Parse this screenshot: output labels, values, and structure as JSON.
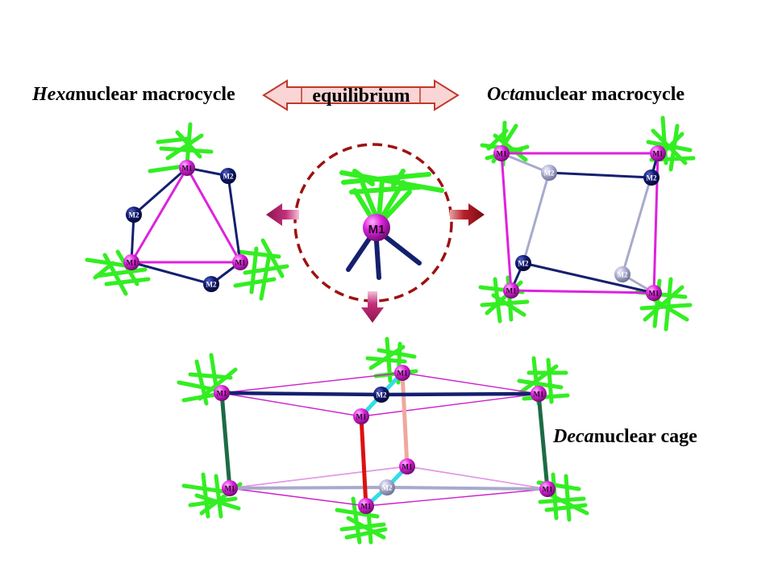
{
  "header": {
    "hexa_prefix": "Hexa",
    "hexa_suffix": "nuclear macrocycle",
    "equilibrium": "equilibrium",
    "octa_prefix": "Octa",
    "octa_suffix": "nuclear  macrocycle"
  },
  "deca": {
    "prefix": "Deca",
    "suffix": "nuclear cage"
  },
  "center": {
    "atom": "M1"
  },
  "atoms": {
    "m1": "M1",
    "m2": "M2"
  },
  "colors": {
    "ligand": "#33ee22",
    "m1": "#dd22dd",
    "m2": "#0d1466",
    "bond_blue": "#14206e",
    "bond_magenta": "#dd22dd",
    "arrow": "#b8246e",
    "dashed_circle": "#9e1111",
    "eq_fill": "#f9d5d5",
    "eq_stroke": "#c0392b"
  }
}
